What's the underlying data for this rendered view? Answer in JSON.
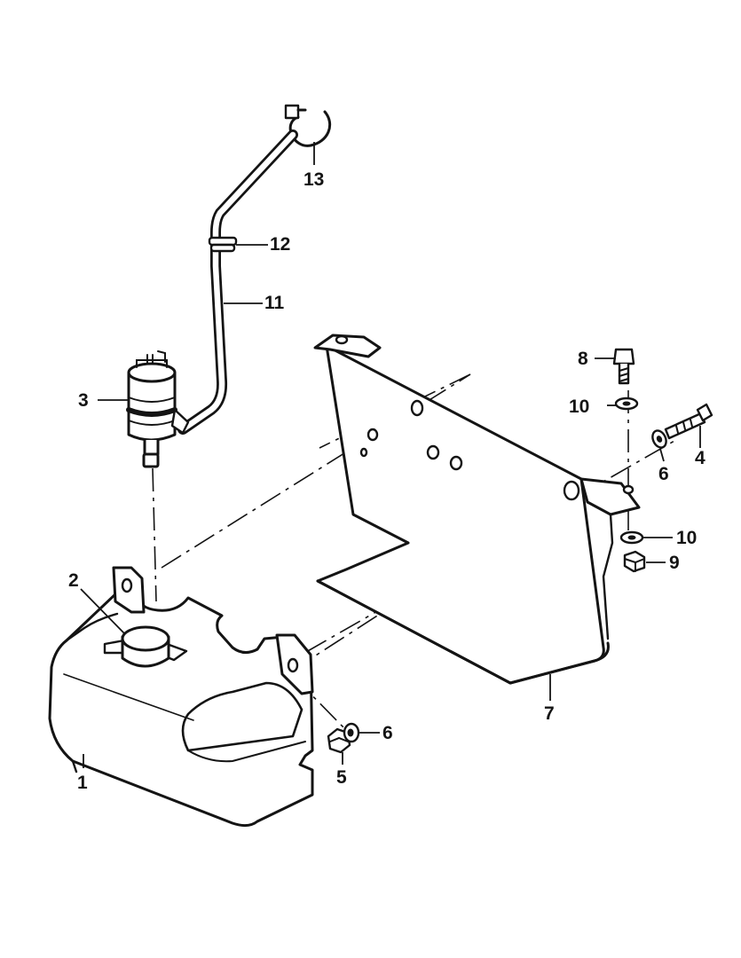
{
  "callouts": {
    "c1": "1",
    "c2": "2",
    "c3": "3",
    "c4": "4",
    "c5": "5",
    "c6a": "6",
    "c6b": "6",
    "c7": "7",
    "c8": "8",
    "c9": "9",
    "c10a": "10",
    "c10b": "10",
    "c11": "11",
    "c12": "12",
    "c13": "13"
  },
  "colors": {
    "ink": "#141414",
    "paper": "#ffffff"
  }
}
